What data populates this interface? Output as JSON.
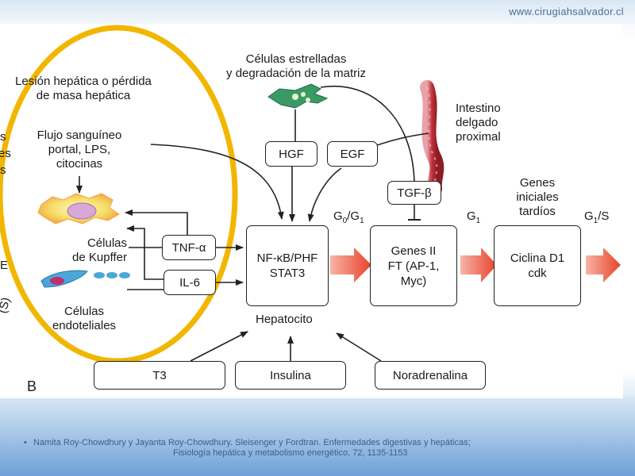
{
  "watermark": "www.cirugiahsalvador.cl",
  "panel_letter": "B",
  "labels": {
    "lesion": "Lesión hepática o pérdida\nde masa hepática",
    "flujo": "Flujo sanguíneo\nportal, LPS,\ncitocinas",
    "kupffer": "Células\nde Kupffer",
    "endoteliales": "Células\nendoteliales",
    "estrelladas": "Células estrelladas\ny degradación de la matriz",
    "intestino": "Intestino\ndelgado\nproximal",
    "genes_tardios": "Genes\niniciales\ntardíos",
    "g0g1": "G",
    "g0g1_sub0": "0",
    "g0g1_mid": "/G",
    "g0g1_sub1": "1",
    "g1": "G",
    "g1_sub": "1",
    "g1s": "G",
    "g1s_sub": "1",
    "g1s_tail": "/S",
    "hepatocito": "Hepatocito",
    "left_partial_1": "s",
    "left_partial_2": "es",
    "left_partial_3": "s",
    "left_partial_e": "E",
    "left_partial_s": "(S)"
  },
  "boxes": {
    "hgf": "HGF",
    "egf": "EGF",
    "tgf": "TGF-β",
    "tnf": "TNF-α",
    "il6": "IL-6",
    "nfkb": "NF-κB/PHF\nSTAT3",
    "genes2": "Genes II\nFT (AP-1,\nMyc)",
    "ciclina": "Ciclina D1\ncdk",
    "t3": "T3",
    "insulina": "Insulina",
    "noradrenalina": "Noradrenalina"
  },
  "citation": {
    "bullet": "•",
    "line1": "Namita Roy-Chowdhury y Jayanta Roy-Chowdhury. Sleisenger y Fordtran. Enfermedades digestivas y hepáticas;",
    "line2": "Fisiología hepática y metabolismo energético, 72, 1135-1153"
  },
  "colors": {
    "highlight_ellipse": "#f2b600",
    "process_arrow": "#e8432a",
    "stellate_cell": "#3a9a66",
    "intestine": "#c4313b",
    "kupffer_cell": "#f3d040",
    "endothelial_cell": "#4aa8d8"
  }
}
